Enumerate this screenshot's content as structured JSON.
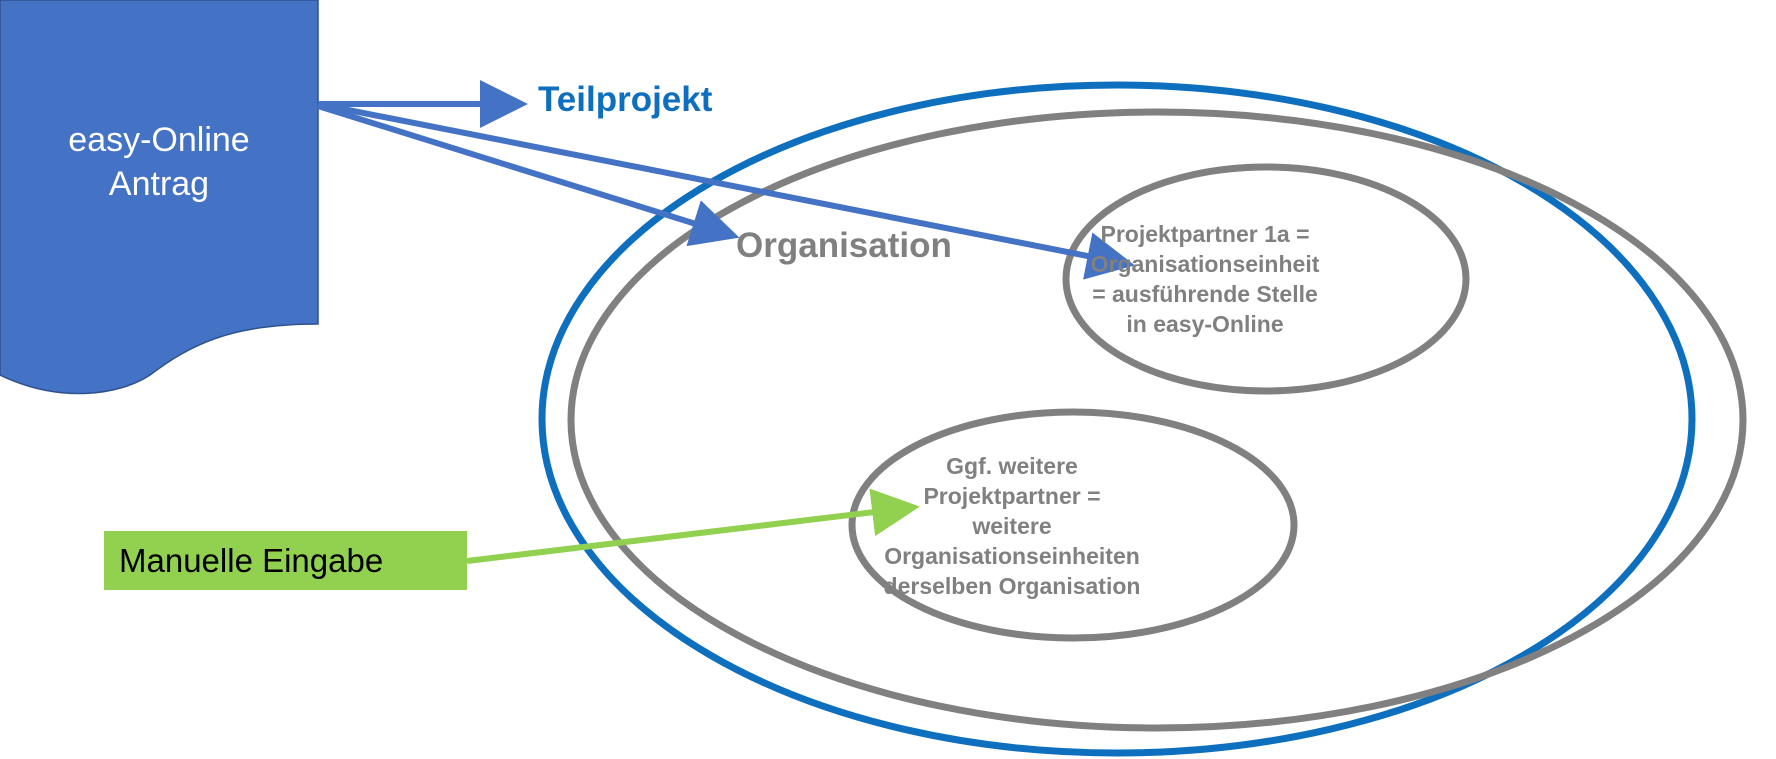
{
  "document": {
    "line1": "easy-Online",
    "line2": "Antrag",
    "color": "#4472c4"
  },
  "teilprojekt": {
    "label": "Teilprojekt",
    "color": "#0e6fbe"
  },
  "organisation": {
    "label": "Organisation",
    "color": "#808080"
  },
  "partner_1a": {
    "lines": [
      "Projektpartner 1a =",
      "Organisationseinheit",
      "= ausführende Stelle",
      "in easy-Online"
    ]
  },
  "further_partners": {
    "lines": [
      "Ggf. weitere",
      "Projektpartner =",
      "weitere",
      "Organisationseinheiten",
      "derselben Organisation"
    ]
  },
  "manual_input": {
    "label": "Manuelle Eingabe",
    "color": "#92d050"
  },
  "colors": {
    "outer_ring": "#0e6fbe",
    "inner_ring": "#808080",
    "arrow_blue": "#4472c4",
    "arrow_green": "#92d050"
  }
}
